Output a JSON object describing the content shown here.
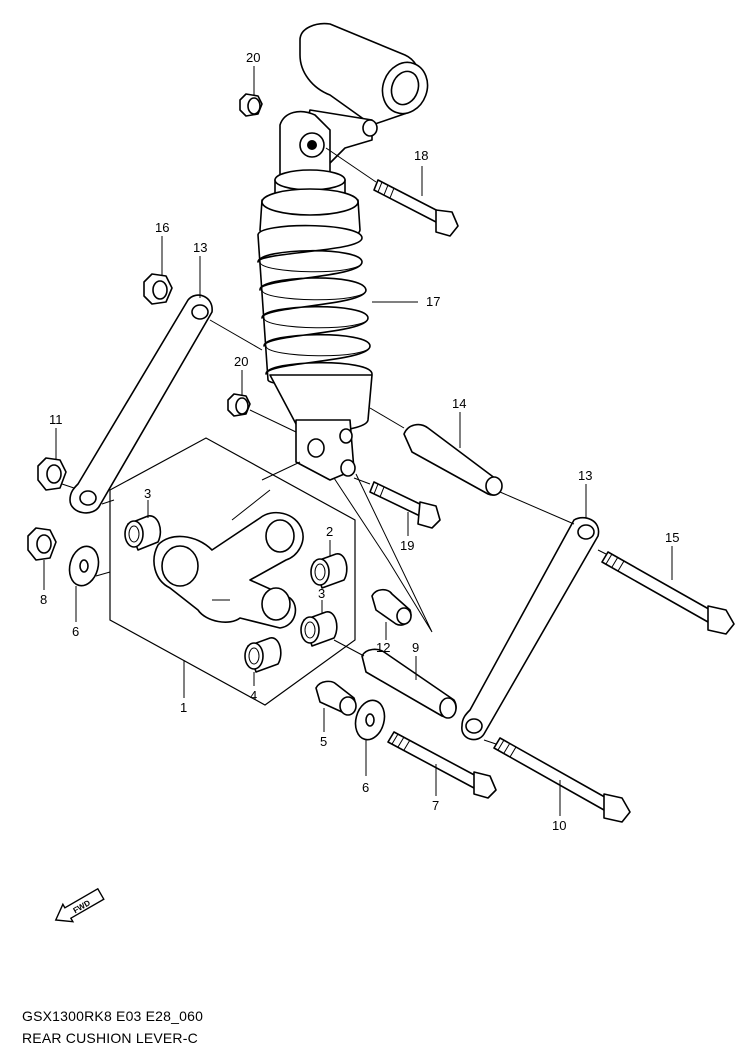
{
  "callouts": {
    "c1": "1",
    "c2": "2",
    "c3a": "3",
    "c3b": "3",
    "c4": "4",
    "c5": "5",
    "c6a": "6",
    "c6b": "6",
    "c7": "7",
    "c8": "8",
    "c9": "9",
    "c10": "10",
    "c11": "11",
    "c12": "12",
    "c13a": "13",
    "c13b": "13",
    "c14": "14",
    "c15": "15",
    "c16": "16",
    "c17": "17",
    "c18": "18",
    "c19": "19",
    "c20a": "20",
    "c20b": "20"
  },
  "fwd_label": "FWD",
  "footer": {
    "code": "GSX1300RK8 E03 E28_060",
    "title": "REAR CUSHION LEVER-C"
  }
}
